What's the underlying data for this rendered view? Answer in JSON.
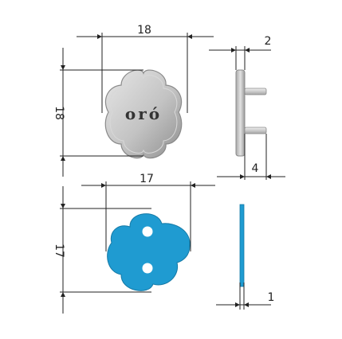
{
  "dimensions": {
    "top_width": "18",
    "top_height": "18",
    "side_thickness": "2",
    "side_pin_length": "4",
    "bottom_width": "17",
    "bottom_height": "17",
    "bottom_thickness": "1"
  },
  "logo": {
    "text": "oró"
  },
  "colors": {
    "metal_light": "#dcdcdc",
    "metal_mid": "#b9b9b9",
    "metal_dark": "#8a8a8a",
    "blue": "#1f9bd1",
    "blue_dark": "#1479a6",
    "line": "#222222"
  }
}
